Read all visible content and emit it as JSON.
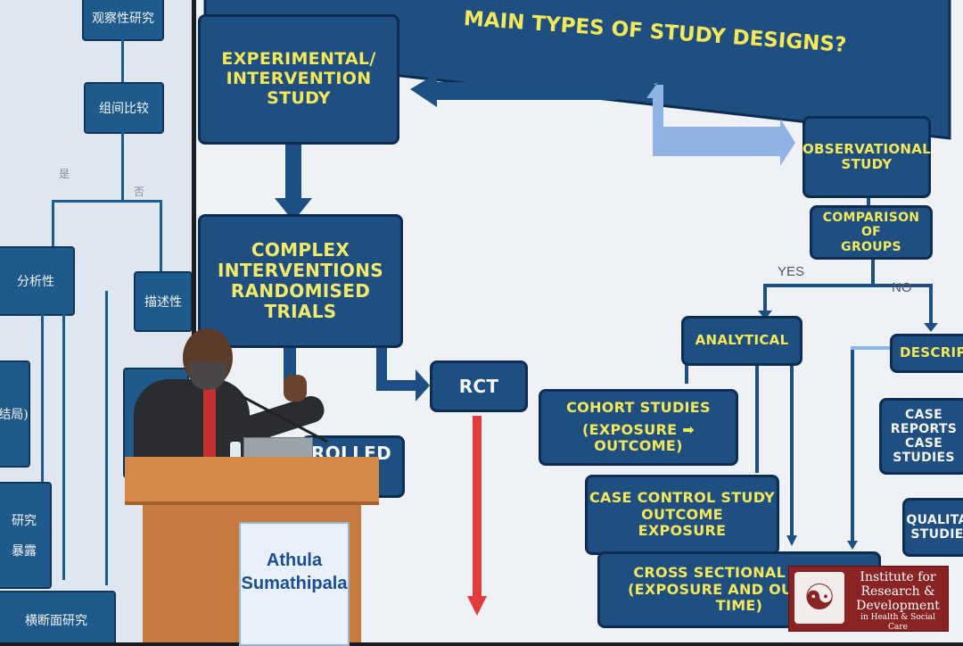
{
  "left_screen": {
    "boxes": [
      "观察性研究",
      "组间比较",
      "分析性",
      "描述性",
      "结局)",
      "研究",
      "暴露",
      "横断面研究"
    ],
    "labels": [
      "是",
      "否"
    ]
  },
  "main_screen": {
    "title": "MAIN TYPES OF STUDY DESIGNS?",
    "experimental": [
      "EXPERIMENTAL/",
      "INTERVENTION",
      "STUDY"
    ],
    "complex": [
      "COMPLEX",
      "INTERVENTIONS",
      "RANDOMISED",
      "TRIALS"
    ],
    "rct": "RCT",
    "controlled": "ROLLED",
    "observational": [
      "OBSERVATIONAL",
      "STUDY"
    ],
    "comparison": [
      "COMPARISON OF",
      "GROUPS"
    ],
    "yes": "YES",
    "no": "NO",
    "analytical": "ANALYTICAL",
    "descriptive": "DESCRIPTIV",
    "cohort": [
      "COHORT STUDIES",
      "(EXPOSURE",
      "OUTCOME)"
    ],
    "case_control": [
      "CASE CONTROL STUDY",
      "OUTCOME",
      "EXPOSURE"
    ],
    "cross_sectional": [
      "CROSS SECTIONAL STUDY",
      "(EXPOSURE AND OUTCOME",
      "TIME)"
    ],
    "case_reports": [
      "CASE",
      "REPORTS",
      "CASE",
      "STUDIES"
    ],
    "qualitative": [
      "QUALITA",
      "STUDIE"
    ]
  },
  "podium": {
    "name_line1": "Athula",
    "name_line2": "Sumathipala"
  },
  "logo": {
    "line1": "Institute for",
    "line2": "Research &",
    "line3": "Development",
    "line4": "in Health & Social Care"
  },
  "colors": {
    "box_fill": "#1f4f80",
    "box_text": "#f3e85a",
    "red_arrow": "#e23b3b",
    "light_arrow": "#8fb3e2",
    "logo_red": "#8a2323"
  }
}
